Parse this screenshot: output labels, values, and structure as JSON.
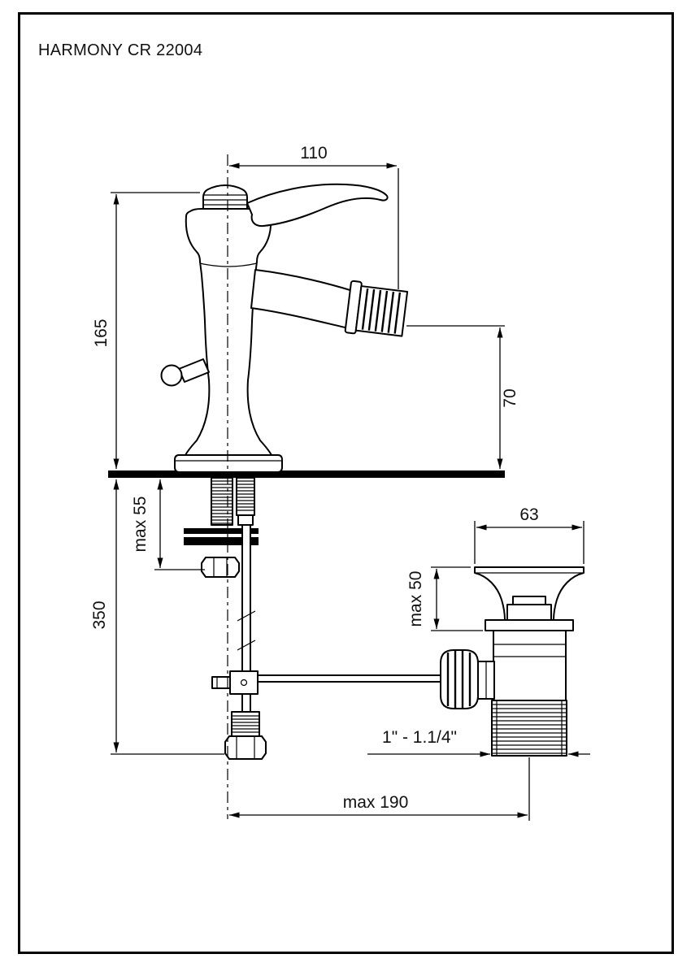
{
  "title": "HARMONY CR 22004",
  "colors": {
    "line": "#000000",
    "background": "#ffffff"
  },
  "dimensions": {
    "spout_reach": "110",
    "height_above_deck": "165",
    "spout_height": "70",
    "max_deck_thickness": "max 55",
    "below_deck_length": "350",
    "waste_flange_diameter": "63",
    "waste_flange_height": "max 50",
    "waste_thread": "1\" - 1.1/4\"",
    "max_offset": "max 190"
  }
}
